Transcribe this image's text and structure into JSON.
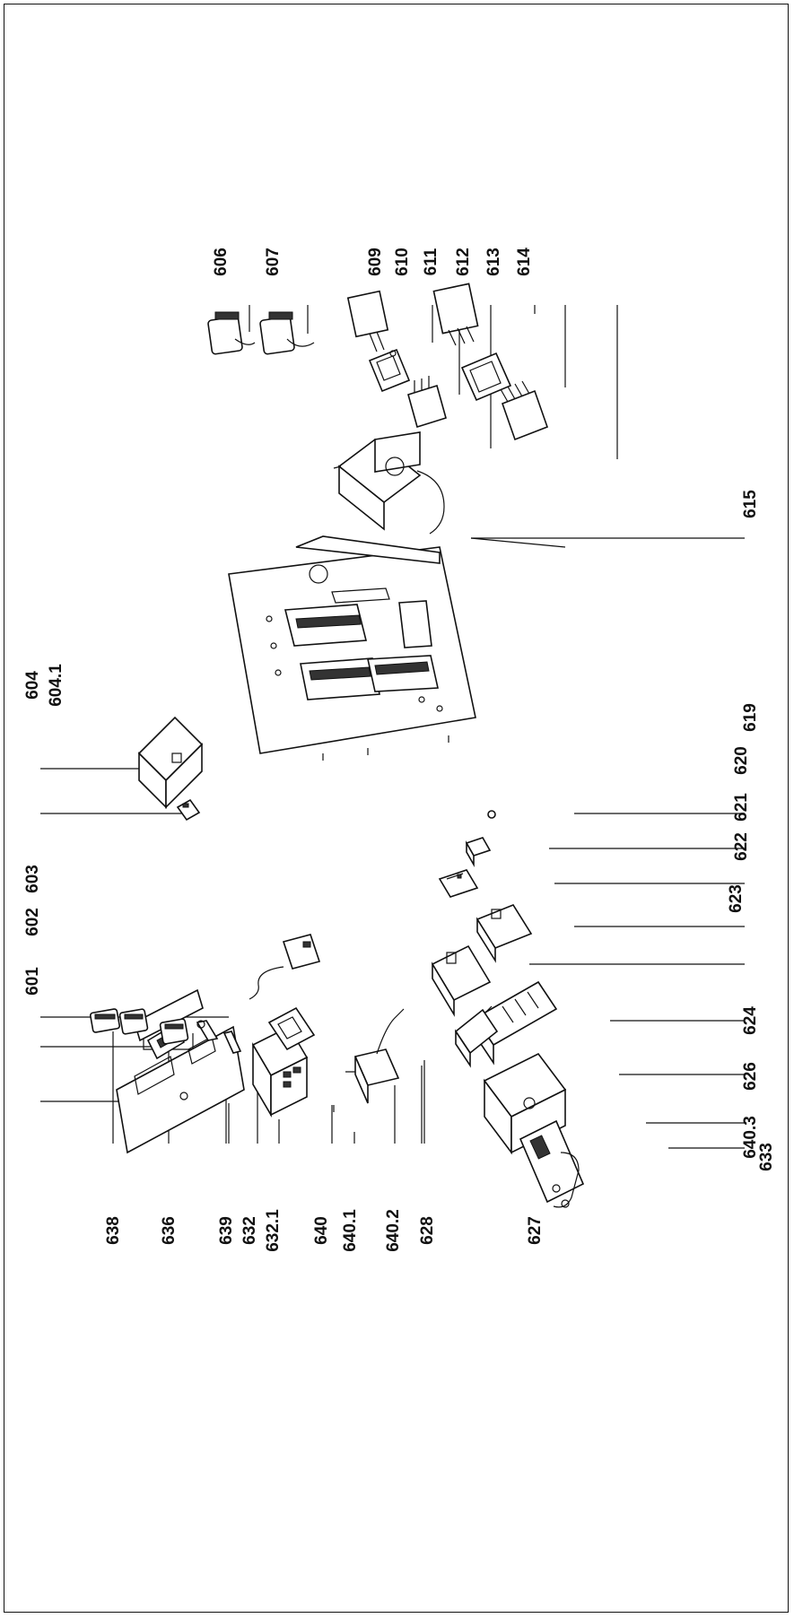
{
  "title": "",
  "callouts": {
    "c606": "606",
    "c607": "607",
    "c609": "609",
    "c610": "610",
    "c611": "611",
    "c612": "612",
    "c613": "613",
    "c614": "614",
    "c615": "615",
    "c604": "604",
    "c6041": "604.1",
    "c619": "619",
    "c620": "620",
    "c621": "621",
    "c622": "622",
    "c623": "623",
    "c601": "601",
    "c602": "602",
    "c603": "603",
    "c624": "624",
    "c626": "626",
    "c6403": "640.3",
    "c633": "633",
    "c638": "638",
    "c636": "636",
    "c639": "639",
    "c632": "632",
    "c6321": "632.1",
    "c640": "640",
    "c6401": "640.1",
    "c6402": "640.2",
    "c628": "628",
    "c627": "627"
  }
}
